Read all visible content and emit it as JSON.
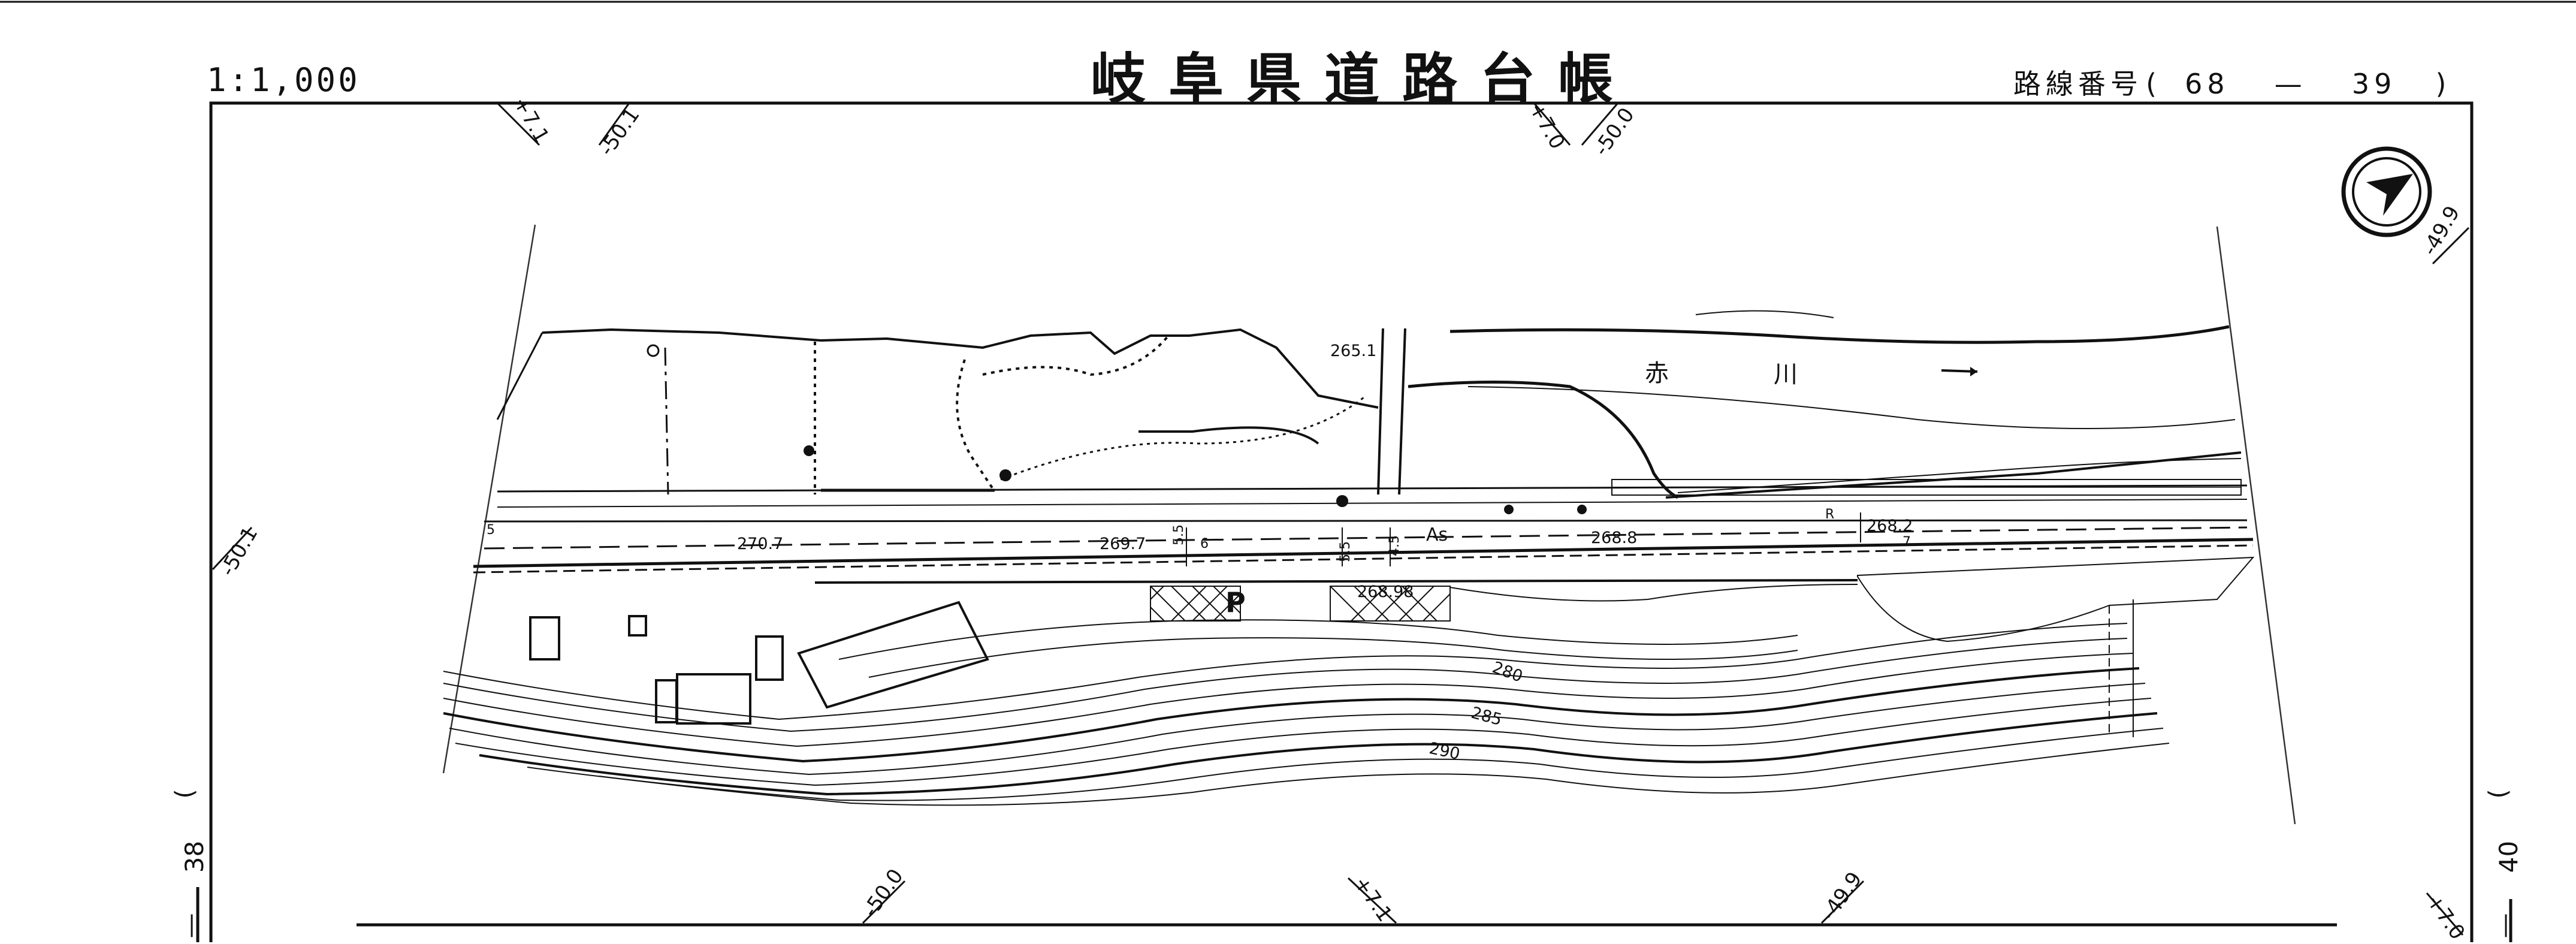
{
  "header": {
    "scale": "1:1,000",
    "title": "岐阜県道路台帳",
    "route_label": "路線番号",
    "route_open": "(",
    "route_number": "68",
    "route_dash": "—",
    "route_section": "39",
    "route_close": ")"
  },
  "map": {
    "north_arrow": "north-arrow-icon",
    "coords_top": [
      "+7.1",
      "-50.1",
      "+7.0",
      "-50.0"
    ],
    "coords_right": "-49.9",
    "coords_left": "-50.1",
    "coords_bottom": [
      "-50.0",
      "+7.1",
      "-49.9",
      "+7.0"
    ],
    "elevations": [
      "265.1",
      "270.7",
      "269.7",
      "268.8",
      "268.2",
      "268.98"
    ],
    "contours": [
      "280",
      "285",
      "290"
    ],
    "river_name": [
      "赤",
      "川"
    ],
    "road_surface": "As",
    "lane_widths": [
      "5.5",
      "6",
      "5.5",
      "4.5",
      "7",
      "5"
    ],
    "parking": "P",
    "r_mark": "R",
    "adjacent_left": {
      "open": ")",
      "number": "38",
      "dash": "—"
    },
    "adjacent_right": {
      "open": ")",
      "number": "40",
      "dash": "—"
    }
  },
  "colors": {
    "ink": "#111111",
    "paper": "#ffffff"
  }
}
